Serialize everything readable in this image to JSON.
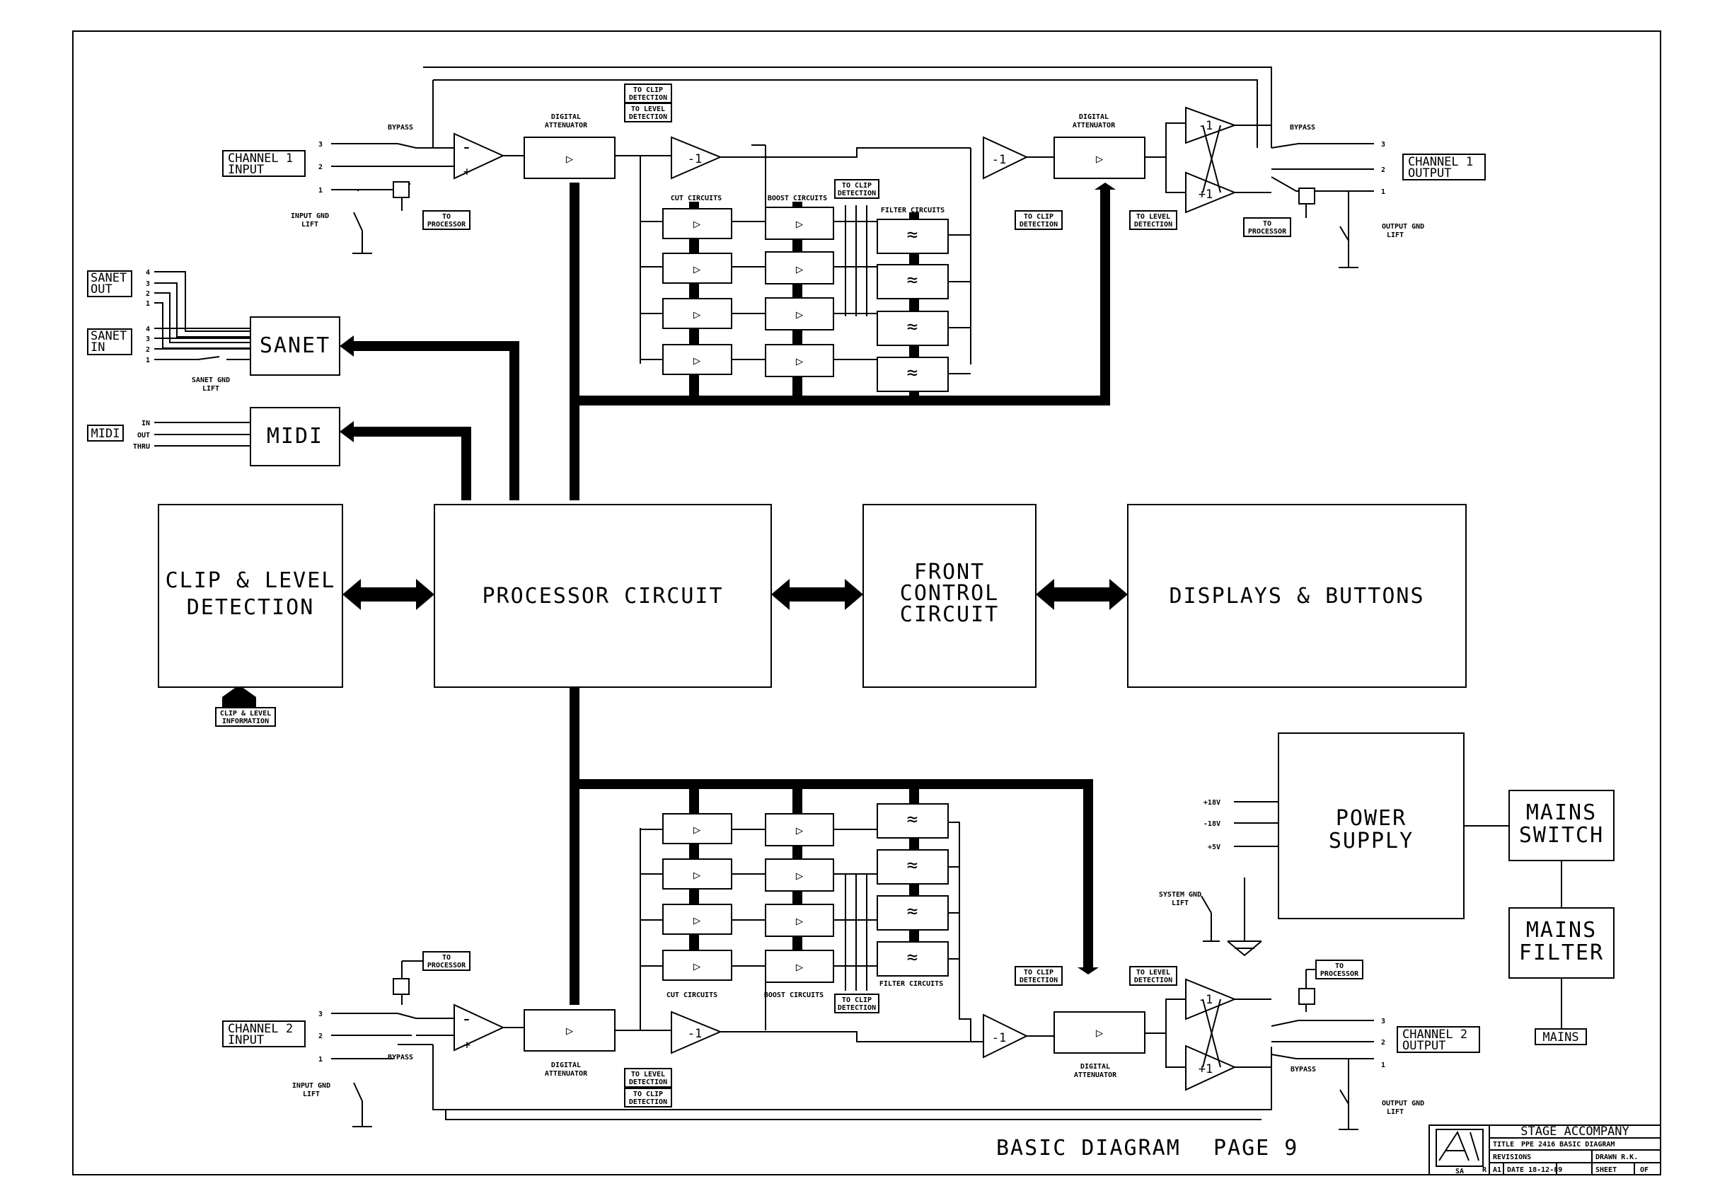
{
  "blocks": {
    "processor": "PROCESSOR CIRCUIT",
    "clip_level": [
      "CLIP & LEVEL",
      "DETECTION"
    ],
    "front_control": [
      "FRONT",
      "CONTROL",
      "CIRCUIT"
    ],
    "displays": "DISPLAYS & BUTTONS",
    "sanet": "SANET",
    "midi": "MIDI",
    "power_supply": [
      "POWER",
      "SUPPLY"
    ],
    "mains_switch": [
      "MAINS",
      "SWITCH"
    ],
    "mains_filter": [
      "MAINS",
      "FILTER"
    ],
    "mains": "MAINS"
  },
  "io": {
    "ch1_input": [
      "CHANNEL 1",
      "INPUT"
    ],
    "ch1_output": [
      "CHANNEL 1",
      "OUTPUT"
    ],
    "ch2_input": [
      "CHANNEL 2",
      "INPUT"
    ],
    "ch2_output": [
      "CHANNEL 2",
      "OUTPUT"
    ],
    "sanet_out": [
      "SANET",
      "OUT"
    ],
    "sanet_in": [
      "SANET",
      "IN"
    ],
    "midi": "MIDI"
  },
  "labels": {
    "bypass": "BYPASS",
    "digital_attenuator": [
      "DIGITAL",
      "ATTENUATOR"
    ],
    "cut_circuits": "CUT CIRCUITS",
    "boost_circuits": "BOOST CIRCUITS",
    "filter_circuits": "FILTER CIRCUITS",
    "to_clip_detection": [
      "TO CLIP",
      "DETECTION"
    ],
    "to_level_detection": [
      "TO LEVEL",
      "DETECTION"
    ],
    "to_processor": [
      "TO",
      "PROCESSOR"
    ],
    "input_gnd_lift": [
      "INPUT GND",
      "LIFT"
    ],
    "output_gnd_lift": [
      "OUTPUT GND",
      "LIFT"
    ],
    "sanet_gnd_lift": [
      "SANET GND",
      "LIFT"
    ],
    "system_gnd_lift": [
      "SYSTEM GND",
      "LIFT"
    ],
    "clip_level_info": [
      "CLIP & LEVEL",
      "INFORMATION"
    ],
    "midi_ports": [
      "IN",
      "OUT",
      "THRU"
    ],
    "amp_inv": "-1",
    "amp_pos": "+1",
    "minus": "-",
    "plus": "+",
    "pins": [
      "3",
      "2",
      "1"
    ],
    "sanet_pins": [
      "4",
      "3",
      "2",
      "1"
    ],
    "rails": [
      "+18V",
      "-18V",
      "+5V"
    ]
  },
  "footer": {
    "title": "BASIC DIAGRAM",
    "page": "PAGE 9"
  },
  "title_block": {
    "company": "STAGE ACCOMPANY",
    "title_label": "TITLE",
    "title_value": "PPE 2416 BASIC DIAGRAM",
    "revisions": "REVISIONS",
    "drawn": "DRAWN R.K.",
    "size": "A1",
    "date": "DATE 18-12-89",
    "sheet": "SHEET",
    "of": "OF",
    "rev_mark": "R",
    "logo_text": "SA"
  }
}
